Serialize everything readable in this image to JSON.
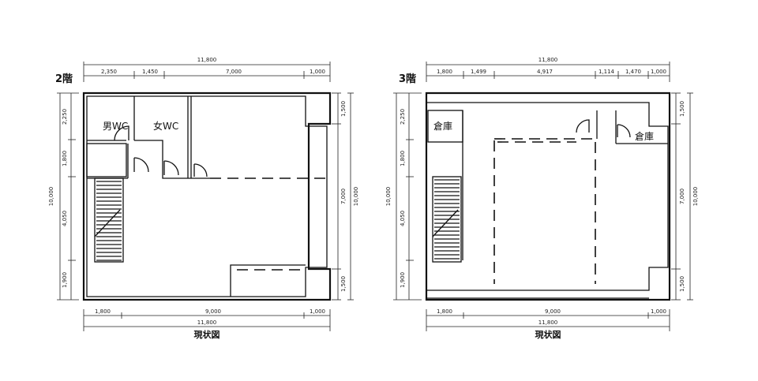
{
  "plan2": {
    "floor_label": "2階",
    "caption": "現状図",
    "rooms": {
      "mens_wc": "男WC",
      "womens_wc": "女WC"
    },
    "top_dims": {
      "total": "11,800",
      "d1": "2,350",
      "d2": "1,450",
      "d3": "7,000",
      "d4": "1,000"
    },
    "bottom_dims": {
      "d1": "1,800",
      "d2": "9,000",
      "d3": "1,000",
      "total": "11,800"
    },
    "left_dims": {
      "total": "10,000",
      "d1": "2,250",
      "d2": "1,800",
      "d3": "4,050",
      "d4": "1,900"
    },
    "right_dims": {
      "d1": "1,500",
      "d2": "7,000",
      "total": "10,000",
      "d3": "1,500"
    }
  },
  "plan3": {
    "floor_label": "3階",
    "caption": "現状図",
    "rooms": {
      "storage_left": "倉庫",
      "storage_right": "倉庫"
    },
    "top_dims": {
      "total": "11,800",
      "d1": "1,800",
      "d2": "1,499",
      "d3": "4,917",
      "d4": "1,114",
      "d5": "1,470",
      "d6": "1,000"
    },
    "bottom_dims": {
      "d1": "1,800",
      "d2": "9,000",
      "d3": "1,000",
      "total": "11,800"
    },
    "left_dims": {
      "total": "10,000",
      "d1": "2,250",
      "d2": "1,800",
      "d3": "4,050",
      "d4": "1,900"
    },
    "right_dims": {
      "d1": "1,500",
      "d2": "7,000",
      "total": "10,000",
      "d3": "1,500"
    }
  }
}
